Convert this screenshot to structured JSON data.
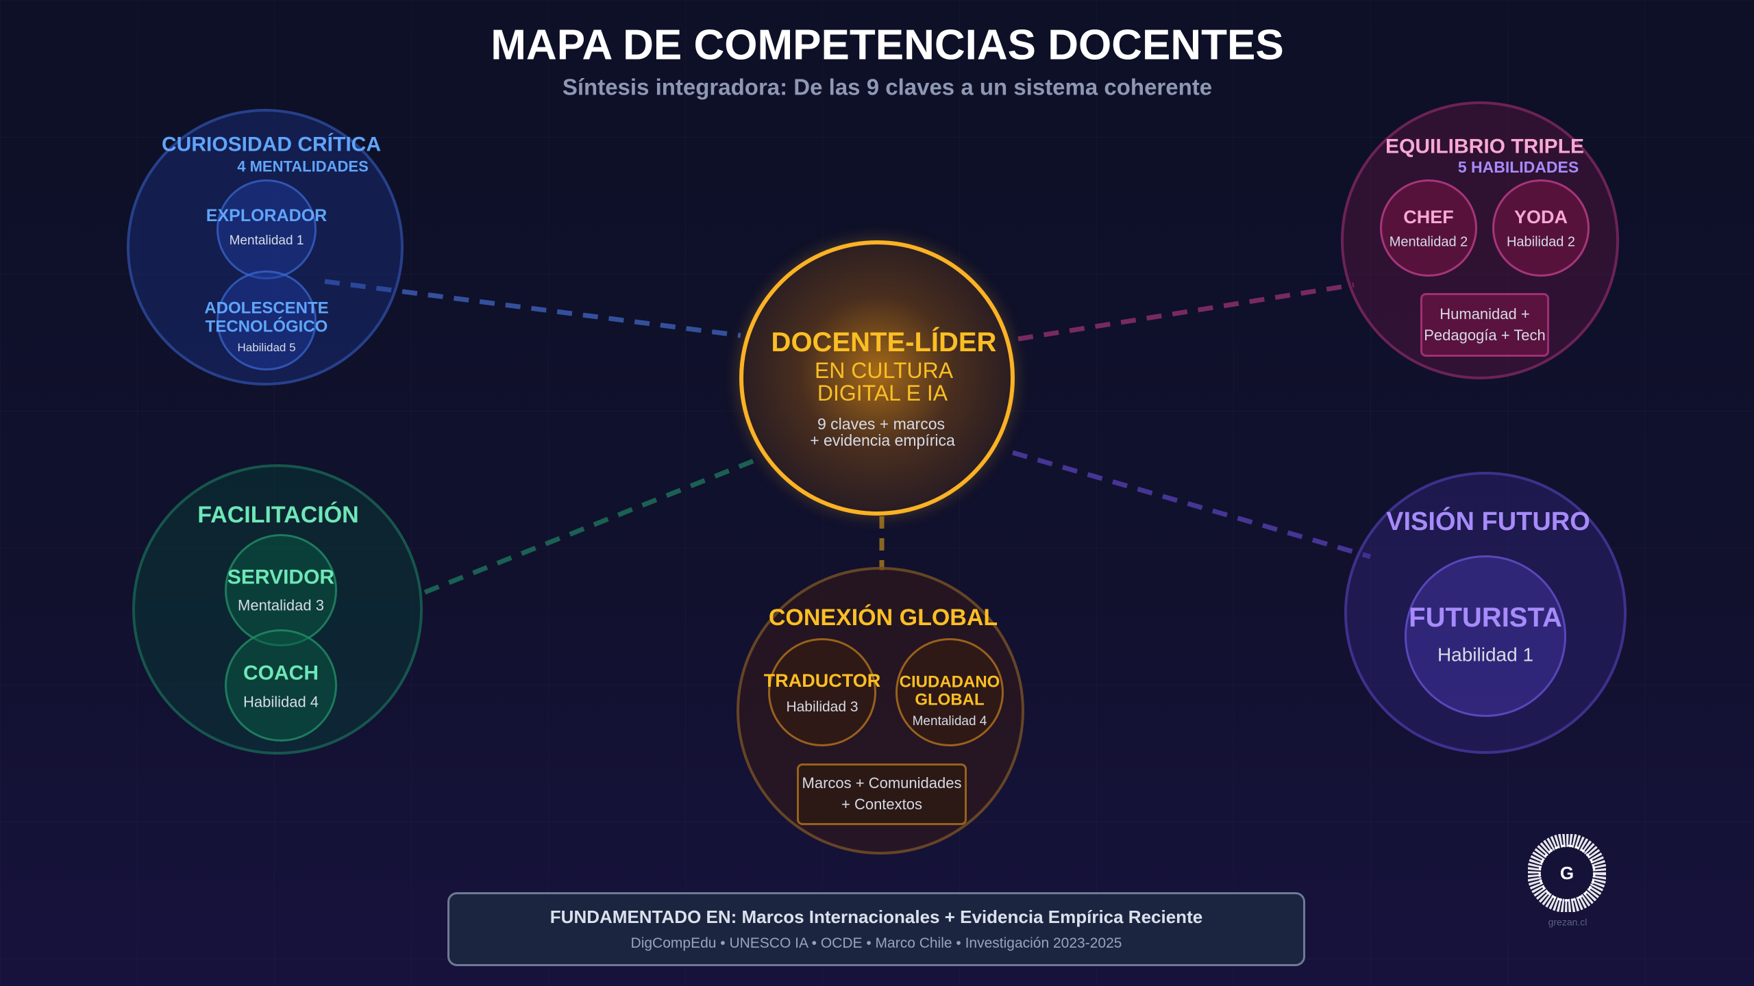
{
  "header": {
    "title": "MAPA DE COMPETENCIAS DOCENTES",
    "subtitle": "Síntesis integradora: De las 9 claves a un sistema coherente"
  },
  "center": {
    "title": "DOCENTE-LÍDER",
    "line1": "EN CULTURA",
    "line2": "DIGITAL E IA",
    "note1": "9 claves + marcos",
    "note2": "+ evidencia empírica",
    "color": "#fbbf24"
  },
  "clusters": {
    "curiosidad": {
      "title": "CURIOSIDAD CRÍTICA",
      "subtitle": "4 MENTALIDADES",
      "color": "#60a5fa",
      "items": [
        {
          "name": "EXPLORADOR",
          "tag": "Mentalidad 1"
        },
        {
          "name1": "ADOLESCENTE",
          "name2": "TECNOLÓGICO",
          "tag": "Habilidad 5"
        }
      ]
    },
    "equilibrio": {
      "title": "EQUILIBRIO TRIPLE",
      "subtitle": "5 HABILIDADES",
      "color": "#f9a8d4",
      "items": [
        {
          "name": "CHEF",
          "tag": "Mentalidad 2"
        },
        {
          "name": "YODA",
          "tag": "Habilidad 2"
        }
      ],
      "box1": "Humanidad +",
      "box2": "Pedagogía + Tech"
    },
    "facilitacion": {
      "title": "FACILITACIÓN",
      "color": "#6ee7b7",
      "items": [
        {
          "name": "SERVIDOR",
          "tag": "Mentalidad 3"
        },
        {
          "name": "COACH",
          "tag": "Habilidad 4"
        }
      ]
    },
    "conexion": {
      "title": "CONEXIÓN GLOBAL",
      "color": "#fbbf24",
      "items": [
        {
          "name": "TRADUCTOR",
          "tag": "Habilidad 3"
        },
        {
          "name1": "CIUDADANO",
          "name2": "GLOBAL",
          "tag": "Mentalidad 4"
        }
      ],
      "box1": "Marcos + Comunidades",
      "box2": "+ Contextos"
    },
    "vision": {
      "title": "VISIÓN FUTURO",
      "color": "#a78bfa",
      "items": [
        {
          "name": "FUTURISTA",
          "tag": "Habilidad 1"
        }
      ]
    }
  },
  "footer": {
    "title": "FUNDAMENTADO EN: Marcos Internacionales + Evidencia Empírica Reciente",
    "sources": "DigCompEdu • UNESCO IA • OCDE • Marco Chile • Investigación 2023-2025"
  },
  "logo": {
    "text": "grezan.cl"
  }
}
